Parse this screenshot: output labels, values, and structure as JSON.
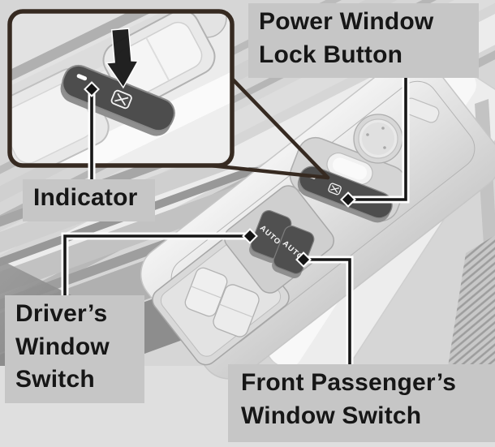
{
  "callouts": {
    "power_window_lock_button": "Power Window Lock Button",
    "indicator": "Indicator",
    "drivers_window_switch": "Driver’s Window Switch",
    "front_passengers_window_switch": "Front Passenger’s Window Switch"
  },
  "panel": {
    "driver_switch_label": "AUTO",
    "passenger_switch_label": "AUTO"
  },
  "icons": {
    "window_lock_icon": "window-with-x power window lock symbol",
    "press_arrow_icon": "down-arrow press indicator",
    "indicator_dash": "indicator lamp dash mark",
    "callout_diamond": "diamond pointer marker"
  },
  "colors": {
    "label_bg": "#c6c6c6",
    "label_text": "#161616",
    "callout_line": "#161616",
    "line_casing": "#ffffff",
    "inset_border": "#362a21",
    "dark_button": "#4d4d4d",
    "button_marking": "#f5f5f5",
    "illustration_base": "#d6d6d6"
  }
}
